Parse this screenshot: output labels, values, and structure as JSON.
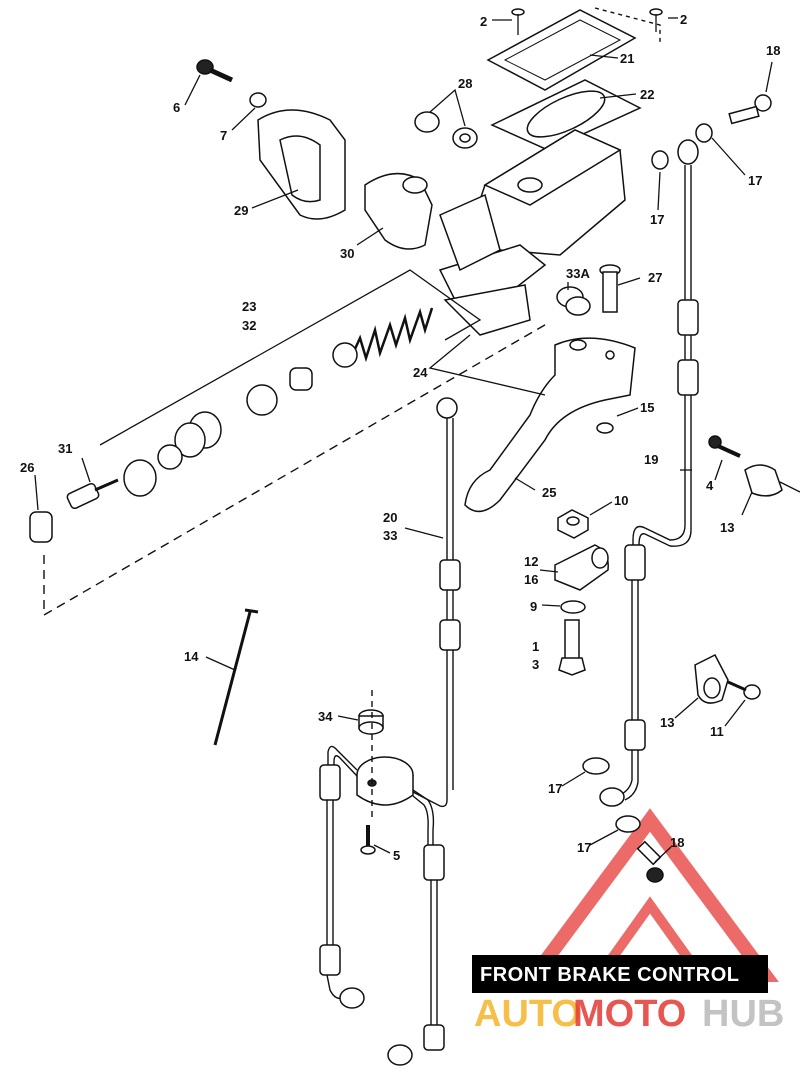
{
  "diagram": {
    "title": "FRONT BRAKE CONTROL",
    "callouts": {
      "c2a": "2",
      "c2b": "2",
      "c21": "21",
      "c22": "22",
      "c18a": "18",
      "c6": "6",
      "c7": "7",
      "c28": "28",
      "c17a": "17",
      "c17b": "17",
      "c29": "29",
      "c30": "30",
      "c33a": "33A",
      "c27": "27",
      "c23": "23",
      "c32": "32",
      "c24": "24",
      "c15": "15",
      "c31": "31",
      "c26": "26",
      "c19": "19",
      "c4": "4",
      "c13a": "13",
      "c25": "25",
      "c10": "10",
      "c20": "20",
      "c33": "33",
      "c12": "12",
      "c16": "16",
      "c9": "9",
      "c1": "1",
      "c3": "3",
      "c14": "14",
      "c34": "34",
      "c13b": "13",
      "c11": "11",
      "c17c": "17",
      "c17d": "17",
      "c18b": "18",
      "c5": "5"
    }
  },
  "watermark": {
    "part1": "AUTO",
    "part2": "MOTO",
    "part3": "HUB",
    "colors": {
      "red": "#e53935",
      "gold": "#f5b52a",
      "gray": "#bdbdbd"
    }
  }
}
